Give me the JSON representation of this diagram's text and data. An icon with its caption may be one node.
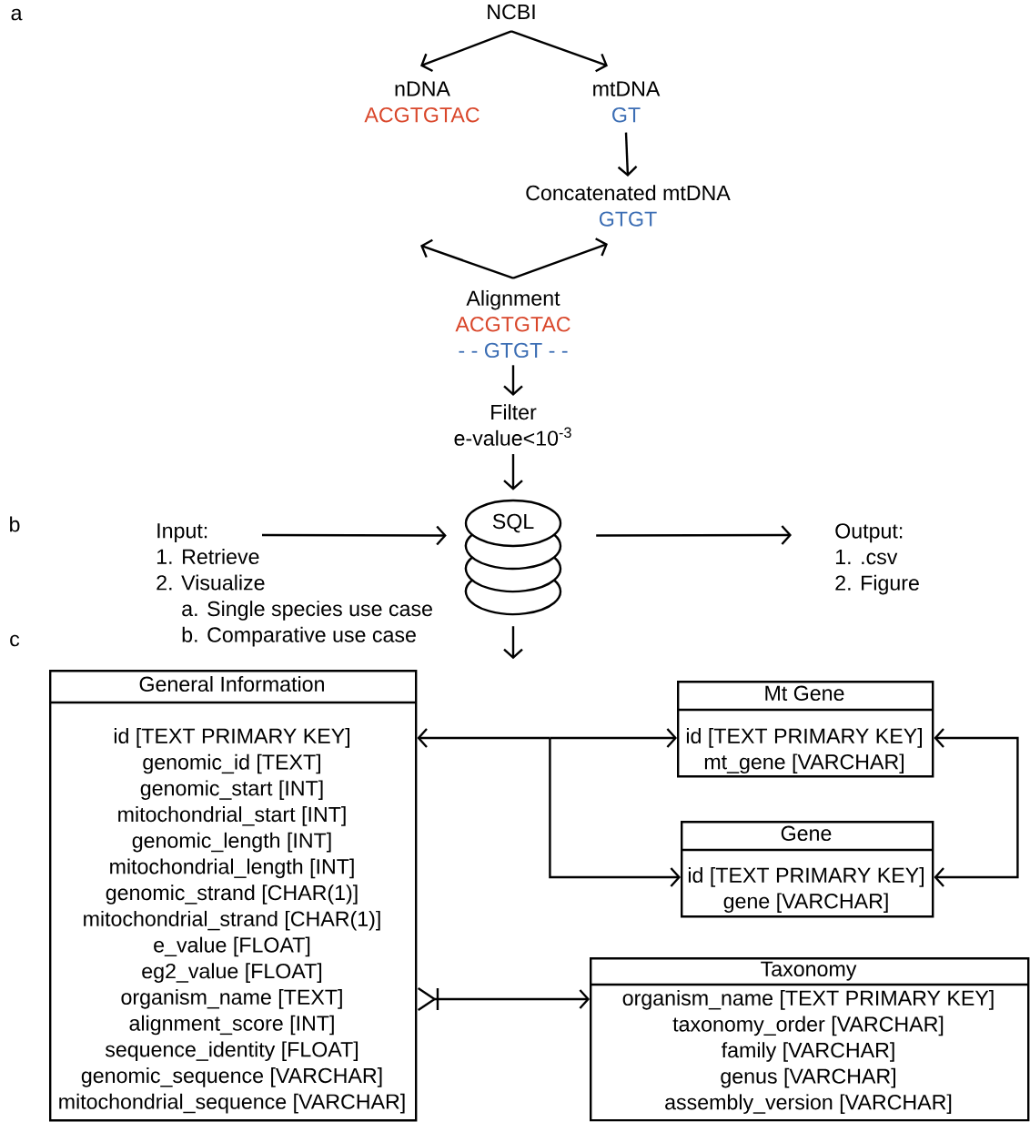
{
  "diagram": {
    "nodes": [
      {
        "text": [
          "NCBI"
        ]
      },
      {
        "text": [
          "nDNA",
          "ACGTGTAC"
        ]
      },
      {
        "text": [
          "mtDNA",
          "GT"
        ]
      },
      {
        "text": [
          "Concatenated mtDNA",
          "GTGT"
        ]
      },
      {
        "text": [
          "Alignment",
          "ACGTGTAC",
          "- - GTGT - -"
        ]
      },
      {
        "text": [
          "Filter",
          "e-value<10$^{-3}$"
        ]
      },
      {
        "text": [
          "SQL"
        ]
      },
      {
        "text": [
          "Input:",
          "1. Retrieve",
          "2. Visualize",
          "a. Single species use case",
          "b. Comparative use case"
        ]
      },
      {
        "text": [
          "Output:",
          "1. .csv",
          "2. Figure"
        ]
      },
      {
        "text": [
          "General Information",
          "id [TEXT PRIMARY KEY]",
          "genomic_id [TEXT]",
          "genomic_start [INT]",
          "mitochondrial_start [INT]",
          "genomic_length [INT]",
          "mitochondrial_length [INT]",
          "genomic_strand [CHAR(1)]",
          "mitochondrial_strand [CHAR(1)]",
          "e_value [FLOAT]",
          "eg2_value [FLOAT]",
          "organism_name [TEXT]",
          "alignment_score [INT]",
          "sequence_identity [FLOAT]",
          "genomic_sequence [VARCHAR]",
          "mitochondrial_sequence [VARCHAR]"
        ]
      },
      {
        "text": [
          "Mt Gene",
          "id [TEXT PRIMARY KEY]",
          "mt_gene [VARCHAR]"
        ]
      },
      {
        "text": [
          "Gene",
          "id [TEXT PRIMARY KEY]",
          "gene [VARCHAR]"
        ]
      },
      {
        "text": [
          "Taxonomy",
          "organism_name [TEXT PRIMARY KEY]",
          "taxonomy_order [VARCHAR]",
          "family [VARCHAR]",
          "genus [VARCHAR]",
          "assembly_version [VARCHAR]"
        ]
      }
    ],
    "edges": [
      {
        "from": 0,
        "to": 1,
        "arrow": "to"
      },
      {
        "from": 0,
        "to": 2,
        "arrow": "to"
      },
      {
        "from": 2,
        "to": 3,
        "arrow": "to"
      },
      {
        "from": 4,
        "to": null,
        "arrow": "to"
      },
      {
        "from": 4,
        "to": 3,
        "arrow": "to"
      },
      {
        "from": 4,
        "to": 5,
        "arrow": "to"
      },
      {
        "from": 5,
        "to": 6,
        "arrow": "to"
      },
      {
        "from": 7,
        "to": 6,
        "arrow": "to"
      },
      {
        "from": 6,
        "to": 8,
        "arrow": "to"
      },
      {
        "from": 6,
        "to": null,
        "arrow": "to"
      },
      {
        "from": 9,
        "to": 10,
        "arrow": "both"
      },
      {
        "from": 9,
        "to": 11,
        "arrow": "both"
      },
      {
        "from": 10,
        "to": 11,
        "arrow": "both"
      },
      {
        "from": 9,
        "to": 12,
        "arrow": "to"
      }
    ],
    "labels": [
      "a",
      "b",
      "c"
    ]
  }
}
